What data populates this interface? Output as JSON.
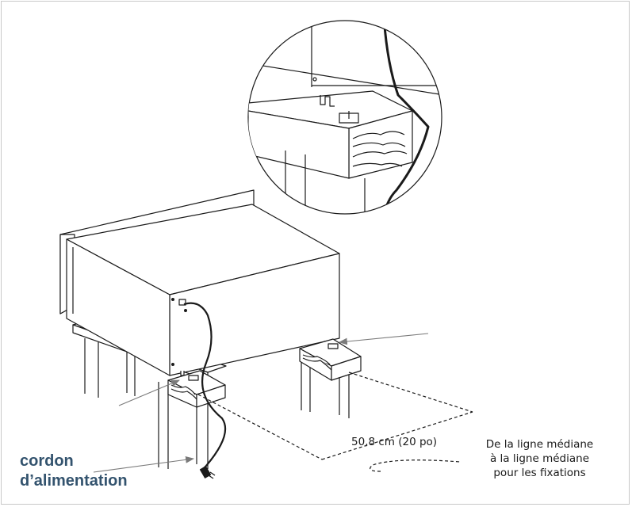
{
  "labels": {
    "cord_line1": "cordon",
    "cord_line2": "d’alimentation",
    "dimension": "50,8 cm (20 po)",
    "center_line1": "De la ligne médiane",
    "center_line2": "à la ligne médiane",
    "center_line3": "pour les fixations"
  },
  "colors": {
    "callout_text": "#33536e",
    "line_art": "#1a1a1a",
    "arrow": "#7a7a7a",
    "frame_border": "#c8c8c8"
  }
}
